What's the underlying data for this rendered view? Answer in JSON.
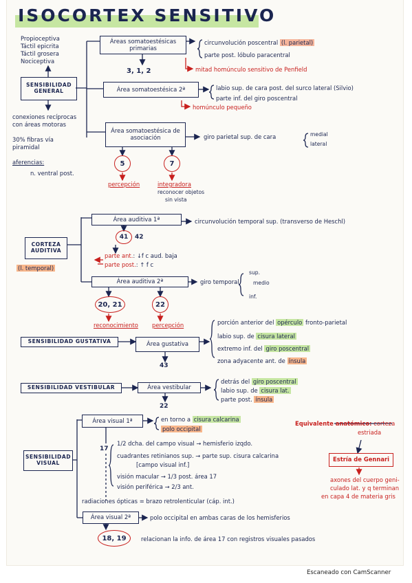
{
  "title": "ISOCORTEX SENSITIVO",
  "footer": "Escaneado con CamScanner",
  "general": {
    "label": "SENSIBILIDAD GENERAL",
    "modalities": [
      "Propioceptiva",
      "Táctil epicrita",
      "Táctil grosera",
      "Nociceptiva"
    ],
    "connections": "conexiones recíprocas con áreas motoras",
    "fibers": "30% fibras vía piramidal",
    "aferencias_title": "aferencias:",
    "aferencias_value": "n. ventral post.",
    "areas": [
      {
        "label": "Áreas somatoestésicas primarias",
        "numbers": "3, 1, 2",
        "loc1": "circunvolución poscentral",
        "loc1_tag": "(l. parietal)",
        "loc2": "parte post. lóbulo paracentral",
        "note": "mitad homúnculo sensitivo de Penfield"
      },
      {
        "label": "Área somatoestésica 2ª",
        "loc1": "labio sup. de cara post. del surco lateral (Silvio)",
        "loc2": "parte inf. del giro poscentral",
        "note": "homúnculo pequeño"
      },
      {
        "label": "Área somatoestésica de asociación",
        "loc": "giro parietal sup. de cara",
        "loc_med": "medial",
        "loc_lat": "lateral",
        "circle_5": "5",
        "circle_7": "7",
        "label_5": "percepción",
        "label_7": "integradora",
        "label_7_sub1": "reconocer objetos",
        "label_7_sub2": "sin vista"
      }
    ]
  },
  "auditiva": {
    "label": "CORTEZA AUDITIVA",
    "lobe": "(l. temporal)",
    "area1": {
      "label": "Área auditiva 1ª",
      "loc": "circunvolución temporal sup. (transverso de Heschl)",
      "num_circle": "41",
      "num_extra": "42",
      "line1_tag": "parte ant.",
      "line1_rest": ": ↓f c  aud. baja",
      "line2_tag": "parte post.",
      "line2_rest": ": ↑ f c"
    },
    "area2": {
      "label": "Área auditiva 2ª",
      "loc": "giro temporal",
      "opt_sup": "sup.",
      "opt_med": "medio",
      "opt_inf": "inf.",
      "circle_a": "20, 21",
      "circle_b": "22",
      "label_a": "reconocimiento",
      "label_b": "percepción"
    }
  },
  "gustativa": {
    "label": "SENSIBILIDAD GUSTATIVA",
    "area": "Área gustativa",
    "number": "43",
    "loc1_pre": "porción anterior del",
    "loc1_hl": "opérculo",
    "loc1_post": "fronto-parietal",
    "loc2_pre": "labio sup. de",
    "loc2_hl": "cisura lateral",
    "loc3_pre": "extremo inf. del",
    "loc3_hl": "giro poscentral",
    "loc4_pre": "zona adyacente ant. de",
    "loc4_hl": "ínsula"
  },
  "vestibular": {
    "label": "SENSIBILIDAD VESTIBULAR",
    "area": "Área vestibular",
    "number": "22",
    "loc1_pre": "detrás del",
    "loc1_hl": "giro poscentral",
    "loc2_pre": "labio sup. de",
    "loc2_hl": "cisura lat.",
    "loc3_pre": "parte post.",
    "loc3_hl": "ínsula"
  },
  "visual": {
    "label": "SENSIBILIDAD VISUAL",
    "area1": {
      "label": "Área visual 1ª",
      "number": "17",
      "loc1_pre": "en torno a",
      "loc1_hl": "cisura calcarina",
      "loc2": "polo occipital",
      "f1": "1/2 dcha. del campo visual → hemisferio izqdo.",
      "f2": "cuadrantes retinianos sup. → parte sup. cisura calcarina",
      "f2b": "[campo visual inf.]",
      "f3": "visión macular → 1/3 post. área 17",
      "f4": "visión periférica → 2/3 ant.",
      "rad": "radiaciones ópticas = brazo retrolenticular (cáp. int.)"
    },
    "equiv_title": "Equivalente anatómico:",
    "equiv_rest": "corteza",
    "equiv_rest2": "estriada",
    "gennari": "Estría de Gennari",
    "gennari_n1": "axones del cuerpo geni-",
    "gennari_n2": "culado lat. y q terminan",
    "gennari_n3": "en capa 4 de materia gris",
    "area2": {
      "label": "Área visual 2ª",
      "loc": "polo occipital en ambas caras de los hemisferios",
      "circle": "18, 19",
      "rel": "relacionan la info. de área 17 con registros visuales pasados"
    }
  }
}
